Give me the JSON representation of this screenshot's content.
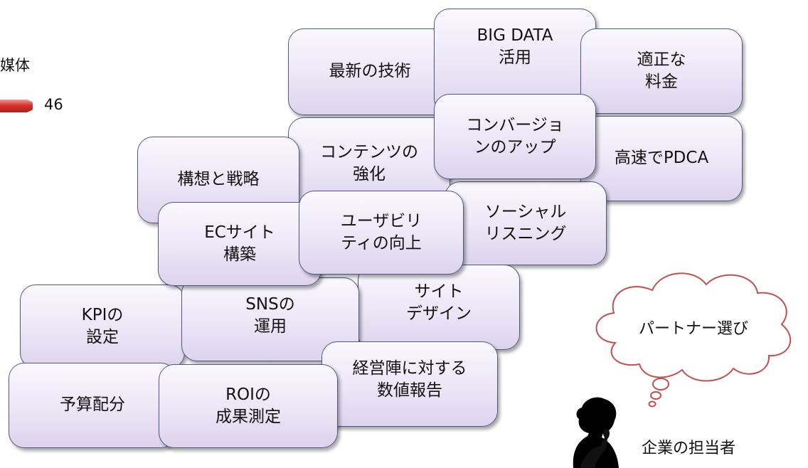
{
  "fragment": {
    "title": "媒体",
    "value": "46"
  },
  "cards": {
    "latest_tech": "最新の技術",
    "big_data": "BIG DATA\n活用",
    "fair_price": "適正な\n料金",
    "contents": "コンテンツの\n強化",
    "conversion": "コンバージョ\nンのアップ",
    "pdca": "高速でPDCA",
    "strategy": "構想と戦略",
    "social": "ソーシャル\nリスニング",
    "ec_site": "ECサイト\n構築",
    "usability": "ユーザビリ\nティの向上",
    "kpi": "KPIの\n設定",
    "sns": "SNSの\n運用",
    "site_design": "サイト\nデザイン",
    "budget": "予算配分",
    "roi": "ROIの\n成果測定",
    "exec_report": "経営陣に対する\n数値報告"
  },
  "thought": "パートナー選び",
  "person_label": "企業の担当者",
  "colors": {
    "card_fill": "#ece6f6",
    "card_border": "#4e5a80",
    "bar": "#d8322d",
    "cloud_border": "#c0504d"
  }
}
